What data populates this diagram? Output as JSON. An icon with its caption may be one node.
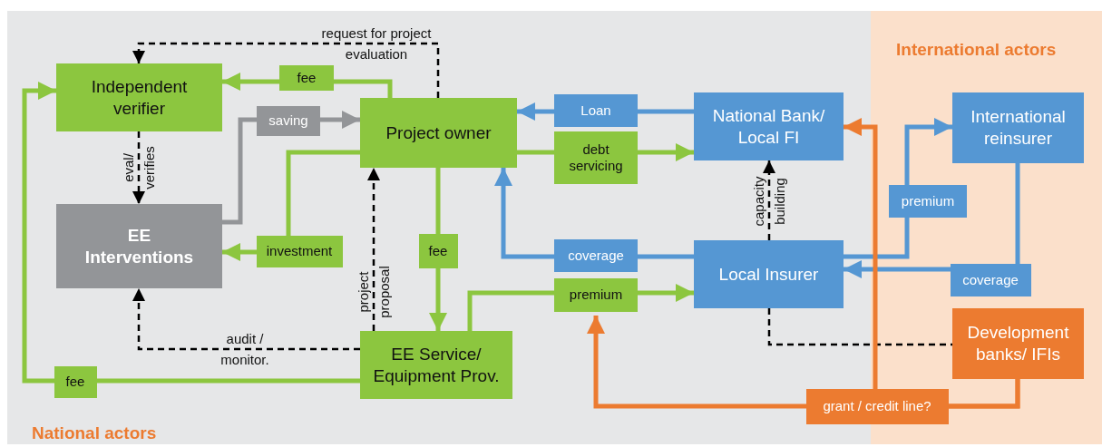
{
  "diagram": {
    "nodes": [
      {
        "text": [
          "National actors"
        ]
      },
      {
        "text": [
          "International actors"
        ]
      },
      {
        "text": [
          "Independent verifier"
        ],
        "in": 0
      },
      {
        "text": [
          "Project owner"
        ],
        "in": 0
      },
      {
        "text": [
          "National Bank/ Local FI"
        ],
        "in": 0
      },
      {
        "text": [
          "International reinsurer"
        ],
        "in": 1
      },
      {
        "text": [
          "EE Interventions"
        ],
        "in": 0
      },
      {
        "text": [
          "Local Insurer"
        ],
        "in": 0
      },
      {
        "text": [
          "EE Service/ Equipment Prov."
        ],
        "in": 0
      },
      {
        "text": [
          "Development banks/ IFIs"
        ],
        "in": 1
      }
    ],
    "edges": [
      {
        "from": 3,
        "to": 2,
        "arrow": "to",
        "label": "fee"
      },
      {
        "from": 6,
        "to": 3,
        "arrow": "to",
        "label": "saving",
        "color": "#939598"
      },
      {
        "from": 3,
        "to": 2,
        "arrow": "to",
        "label": "request for project evaluation",
        "style": "dashed",
        "color": "#000000"
      },
      {
        "from": 2,
        "to": 6,
        "arrow": "to",
        "label": "eval/ verifies",
        "style": "dashed",
        "color": "#000000"
      },
      {
        "from": 3,
        "to": 6,
        "arrow": "to",
        "label": "investment"
      },
      {
        "from": 3,
        "to": 8,
        "arrow": "to",
        "label": "fee"
      },
      {
        "from": 8,
        "to": 3,
        "arrow": "to",
        "label": "project proposal",
        "style": "dashed",
        "color": "#000000"
      },
      {
        "from": 8,
        "to": 6,
        "arrow": "to",
        "label": "audit / monitor.",
        "style": "dashed",
        "color": "#000000"
      },
      {
        "from": 8,
        "to": 2,
        "arrow": "to",
        "label": "fee"
      },
      {
        "from": 4,
        "to": 3,
        "arrow": "to",
        "label": "Loan",
        "color": "#5597d3"
      },
      {
        "from": 3,
        "to": 4,
        "arrow": "to",
        "label": "debt servicing"
      },
      {
        "from": 7,
        "to": 4,
        "arrow": "to",
        "label": "capacity building",
        "style": "dashed",
        "color": "#000000"
      },
      {
        "from": 7,
        "to": 3,
        "arrow": "to",
        "label": "coverage",
        "color": "#5597d3"
      },
      {
        "from": 8,
        "to": 7,
        "arrow": "to",
        "label": "premium"
      },
      {
        "from": 7,
        "to": 5,
        "arrow": "to",
        "label": "premium",
        "color": "#5597d3"
      },
      {
        "from": 5,
        "to": 7,
        "arrow": "to",
        "label": "coverage",
        "color": "#5597d3"
      },
      {
        "from": 7,
        "to": 9,
        "arrow": "none",
        "style": "dashed",
        "color": "#000000"
      },
      {
        "from": 9,
        "to": null,
        "arrow": "to",
        "label": "grant / credit line?",
        "color": "#ec7b30"
      },
      {
        "from": 9,
        "to": 4,
        "arrow": "to",
        "color": "#ec7b30"
      }
    ]
  }
}
